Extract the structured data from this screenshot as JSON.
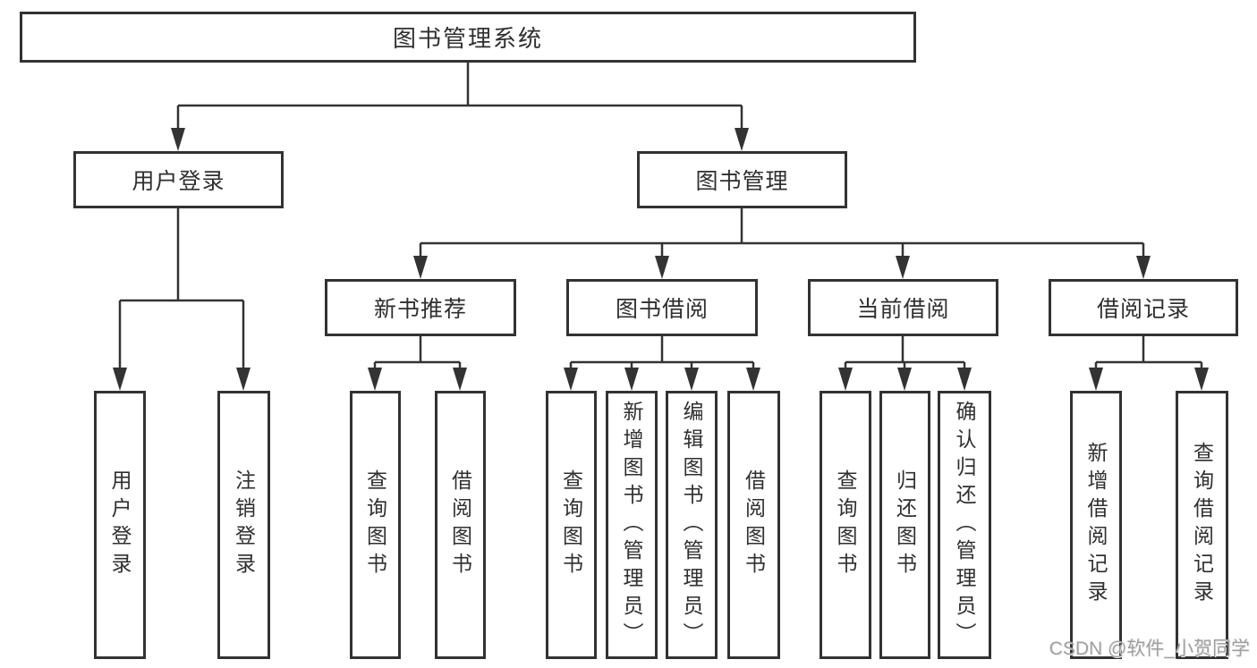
{
  "tree": {
    "root": {
      "label": "图书管理系统",
      "children": [
        {
          "label": "用户登录",
          "children": [
            {
              "label": "用户登录"
            },
            {
              "label": "注销登录"
            }
          ]
        },
        {
          "label": "图书管理",
          "children": [
            {
              "label": "新书推荐",
              "children": [
                {
                  "label": "查询图书"
                },
                {
                  "label": "借阅图书"
                }
              ]
            },
            {
              "label": "图书借阅",
              "children": [
                {
                  "label": "查询图书"
                },
                {
                  "label": "新增图书（管理员）"
                },
                {
                  "label": "编辑图书（管理员）"
                },
                {
                  "label": "借阅图书"
                }
              ]
            },
            {
              "label": "当前借阅",
              "children": [
                {
                  "label": "查询图书"
                },
                {
                  "label": "归还图书"
                },
                {
                  "label": "确认归还（管理员）"
                }
              ]
            },
            {
              "label": "借阅记录",
              "children": [
                {
                  "label": "新增借阅记录"
                },
                {
                  "label": "查询借阅记录"
                }
              ]
            }
          ]
        }
      ]
    }
  },
  "colors": {
    "line": "#333333",
    "border": "#323232",
    "text": "#2f2f2f",
    "watermark": "#a0a0a0"
  },
  "watermark": "CSDN @软件_小贺同学"
}
